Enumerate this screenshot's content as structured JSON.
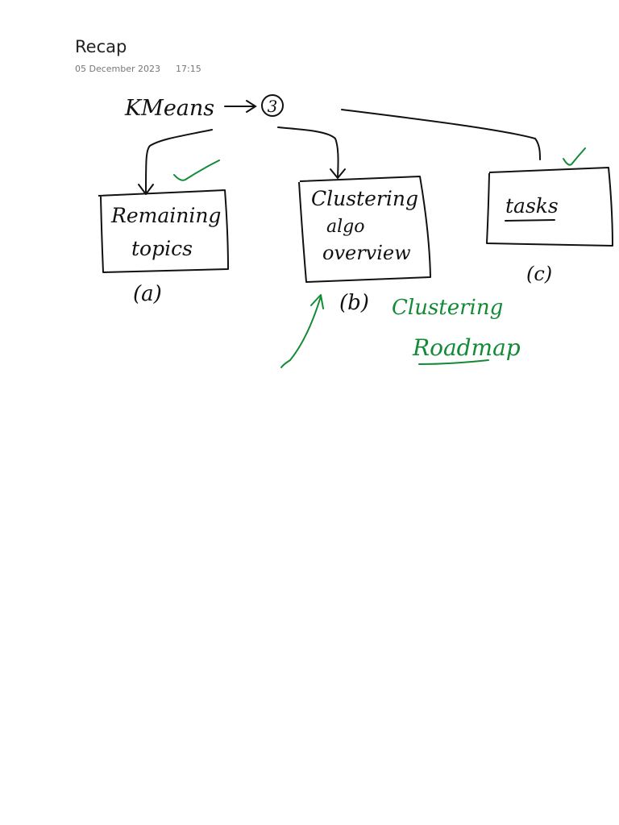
{
  "page": {
    "title": "Recap",
    "date": "05 December 2023",
    "time": "17:15"
  },
  "sketch": {
    "root_label": "KMeans",
    "root_count": "3",
    "boxes": [
      {
        "line1": "Remaining",
        "line2": "topics",
        "tag": "(a)"
      },
      {
        "line1": "Clustering",
        "line2": "algo",
        "line3": "overview",
        "tag": "(b)"
      },
      {
        "line1": "tasks",
        "tag": "(c)"
      }
    ],
    "note_line1": "Clustering",
    "note_line2": "Roadmap"
  },
  "colors": {
    "ink": "#111111",
    "annotation": "#138a36"
  }
}
